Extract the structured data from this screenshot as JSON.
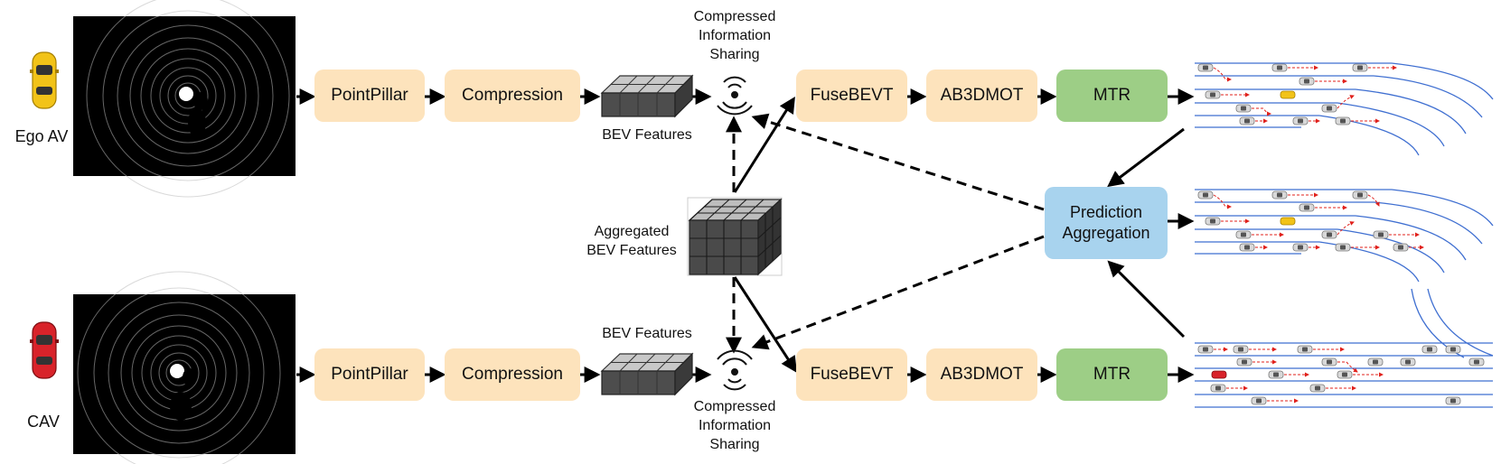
{
  "agents": {
    "ego": {
      "label": "Ego AV",
      "car_color": "#f2c318"
    },
    "cav": {
      "label": "CAV",
      "car_color": "#d8232a"
    }
  },
  "pipeline": {
    "pointpillar": "PointPillar",
    "compression": "Compression",
    "bev_features": "BEV Features",
    "fusebevt": "FuseBEVT",
    "ab3dmot": "AB3DMOT",
    "mtr": "MTR"
  },
  "sharing": {
    "top": [
      "Compressed",
      "Information",
      "Sharing"
    ],
    "bottom": [
      "Compressed",
      "Information",
      "Sharing"
    ]
  },
  "aggregated": [
    "Aggregated",
    "BEV Features"
  ],
  "prediction_aggregation": [
    "Prediction",
    "Aggregation"
  ],
  "colors": {
    "module_orange": "#fde3bc",
    "module_green": "#9dce86",
    "module_blue": "#a8d3ee",
    "lane_blue": "#3f6fd1",
    "trajectory_red": "#e0201b",
    "cube_gray": "#5a5a5a"
  },
  "icons": {
    "ego_car": "yellow-car-icon",
    "cav_car": "red-car-icon",
    "wifi": "wireless-signal-icon",
    "feature_grid": "bev-grid-icon",
    "feature_cube": "voxel-cube-icon"
  }
}
